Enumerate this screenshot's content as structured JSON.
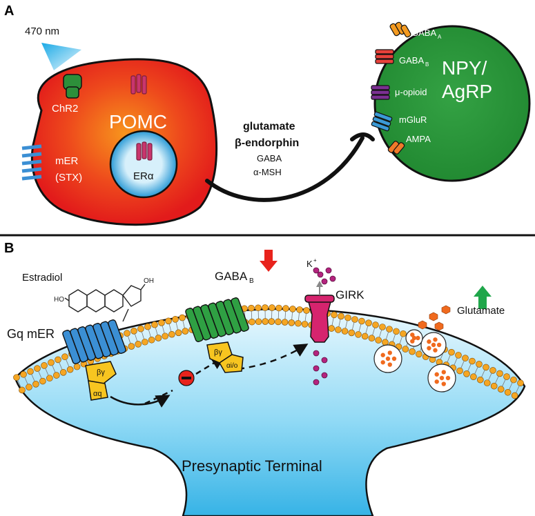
{
  "panel_a": {
    "label": "A",
    "light": "470 nm",
    "chr2": "ChR2",
    "pomc": "POMC",
    "mer_line1": "mER",
    "mer_line2": "(STX)",
    "er_alpha": "ERα",
    "transmitters": {
      "glutamate": "glutamate",
      "beta_endorphin": "β-endorphin",
      "gaba": "GABA",
      "alpha_msh": "α-MSH"
    },
    "target_line1": "NPY/",
    "target_line2": "AgRP",
    "receptors": [
      {
        "label": "GABA",
        "sub": "A",
        "color": "#f39a21"
      },
      {
        "label": "GABA",
        "sub": "B",
        "color": "#e8413a"
      },
      {
        "label": "μ-opioid",
        "sub": "",
        "color": "#7a2f91"
      },
      {
        "label": "mGluR",
        "sub": "",
        "color": "#3b9ad6"
      },
      {
        "label": "AMPA",
        "sub": "",
        "color": "#f07a2a"
      }
    ]
  },
  "panel_b": {
    "label": "B",
    "estradiol": "Estradiol",
    "gq_mer": "Gq mER",
    "gaba_b": "GABA",
    "gaba_b_sub": "B",
    "girk": "GIRK",
    "k_ion": "K",
    "k_ion_sup": "+",
    "glutamate": "Glutamate",
    "beta_gamma": "βγ",
    "alpha_q": "αq",
    "alpha_io": "αi/o",
    "terminal": "Presynaptic Terminal",
    "molecule_oh_left": "HO",
    "molecule_oh_right": "OH"
  },
  "colors": {
    "pomc_red": "#e8231c",
    "pomc_orange": "#f7941d",
    "npy_green": "#2f9a3c",
    "membrane_gold": "#f5a623",
    "cytoplasm_blue": "#38b6e8",
    "gaba_b_green": "#2fa043",
    "girk_pink": "#d6246e",
    "mer_blue": "#3b8fd4",
    "g_protein_yellow": "#f7c520",
    "arrow_down_red": "#e8231c",
    "arrow_up_green": "#1fa64a"
  }
}
